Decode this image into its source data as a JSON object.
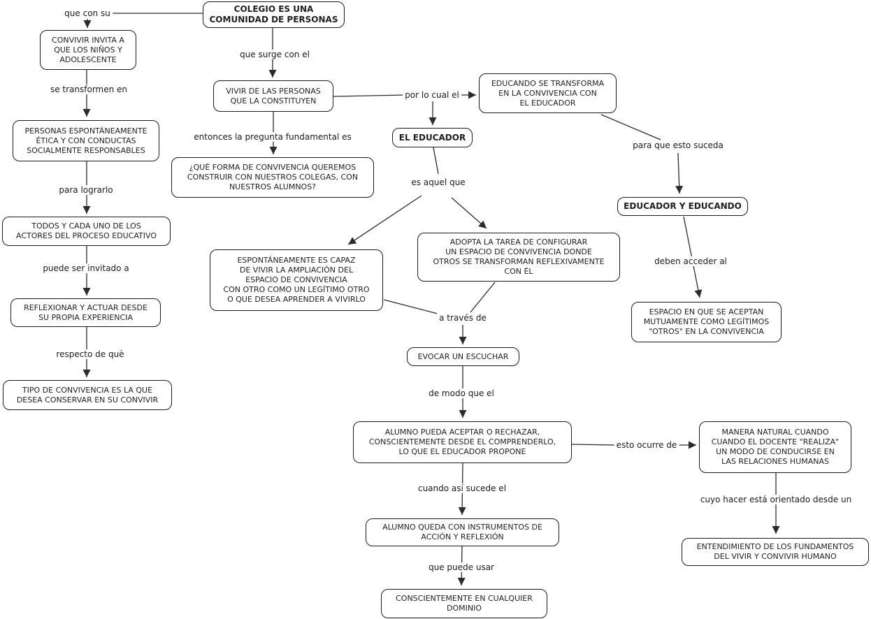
{
  "colors": {
    "node_border": "#1b1b1b",
    "node_background": "#ffffff",
    "line": "#2b2b2b",
    "text": "#1f1f1f"
  },
  "nodes": {
    "colegio": {
      "label": "COLEGIO ES UNA\nCOMUNIDAD DE PERSONAS"
    },
    "convivir": {
      "label": "CONVIVIR INVITA A\nQUE LOS NIÑOS Y\nADOLESCENTE"
    },
    "personas": {
      "label": "PERSONAS ESPONTÁNEAMENTE\nÉTICA Y CON CONDUCTAS\nSOCIALMENTE RESPONSABLES"
    },
    "todos": {
      "label": "TODOS Y CADA UNO DE LOS\nACTORES DEL PROCESO EDUCATIVO"
    },
    "reflexionar": {
      "label": "REFLEXIONAR Y ACTUAR DESDE\nSU PROPIA EXPERIENCIA"
    },
    "tipo": {
      "label": "TIPO DE CONVIVENCIA ES LA QUE\nDESEA CONSERVAR EN SU CONVIVIR"
    },
    "vivir": {
      "label": "VIVIR DE LAS PERSONAS\nQUE LA CONSTITUYEN"
    },
    "pregunta": {
      "label": "¿QUÉ FORMA DE CONVIVENCIA QUEREMOS\nCONSTRUIR CON NUESTROS COLEGAS, CON\nNUESTROS ALUMNOS?"
    },
    "educando_transforma": {
      "label": "EDUCANDO SE TRANSFORMA\nEN LA CONVIVENCIA CON\nEL EDUCADOR"
    },
    "el_educador": {
      "label": "EL EDUCADOR"
    },
    "educador_educando": {
      "label": "EDUCADOR Y EDUCANDO"
    },
    "espontaneamente": {
      "label": "ESPONTÁNEAMENTE ES CAPAZ\nDE VIVIR LA AMPLIACIÓN DEL\nESPACIO DE CONVIVENCIA\nCON OTRO COMO UN LEGÍTIMO OTRO\nO QUE DESEA APRENDER A VIVIRLO"
    },
    "adopta": {
      "label": "ADOPTA LA TAREA DE CONFIGURAR\nUN ESPACIO DE CONVIVENCIA DONDE\nOTROS SE TRANSFORMAN REFLEXIVAMENTE\nCON ÉL"
    },
    "espacio": {
      "label": "ESPACIO EN QUE SE ACEPTAN\nMUTUAMENTE COMO LEGÍTIMOS\n\"OTROS\" EN LA CONVIVENCIA"
    },
    "evocar": {
      "label": "EVOCAR UN ESCUCHAR"
    },
    "alumno_pueda": {
      "label": "ALUMNO PUEDA ACEPTAR O RECHAZAR,\nCONSCIENTEMENTE DESDE EL COMPRENDERLO,\nLO QUE EL EDUCADOR PROPONE"
    },
    "manera": {
      "label": "MANERA NATURAL CUANDO\nCUANDO EL DOCENTE \"REALIZA\"\nUN MODO DE CONDUCIRSE EN\nLAS RELACIONES HUMANAS"
    },
    "alumno_queda": {
      "label": "ALUMNO QUEDA CON INSTRUMENTOS DE\nACCIÓN Y REFLEXIÓN"
    },
    "consciente": {
      "label": "CONSCIENTEMENTE EN CUALQUIER\nDOMINIO"
    },
    "entendimiento": {
      "label": "ENTENDIMIENTO DE LOS FUNDAMENTOS\nDEL VIVIR Y CONVIVIR HUMANO"
    }
  },
  "links": {
    "que_con_su": {
      "label": "que con su"
    },
    "se_transformen": {
      "label": "se transformen en"
    },
    "para_lograrlo": {
      "label": "para lograrlo"
    },
    "puede_ser": {
      "label": "puede ser invitado a"
    },
    "respecto": {
      "label": "respecto de què"
    },
    "que_surge": {
      "label": "que surge con el"
    },
    "entonces": {
      "label": "entonces la pregunta fundamental es"
    },
    "por_lo_cual": {
      "label": "por lo cual el"
    },
    "es_aquel": {
      "label": "es aquel que"
    },
    "para_que_esto": {
      "label": "para que esto suceda"
    },
    "deben_acceder": {
      "label": "deben acceder al"
    },
    "a_traves": {
      "label": "a través de"
    },
    "de_modo": {
      "label": "de modo que el"
    },
    "esto_ocurre": {
      "label": "esto ocurre de"
    },
    "cuando_asi": {
      "label": "cuando así sucede el"
    },
    "que_puede": {
      "label": "que puede usar"
    },
    "cuyo_hacer": {
      "label": "cuyo hacer está orientado desde un"
    }
  }
}
